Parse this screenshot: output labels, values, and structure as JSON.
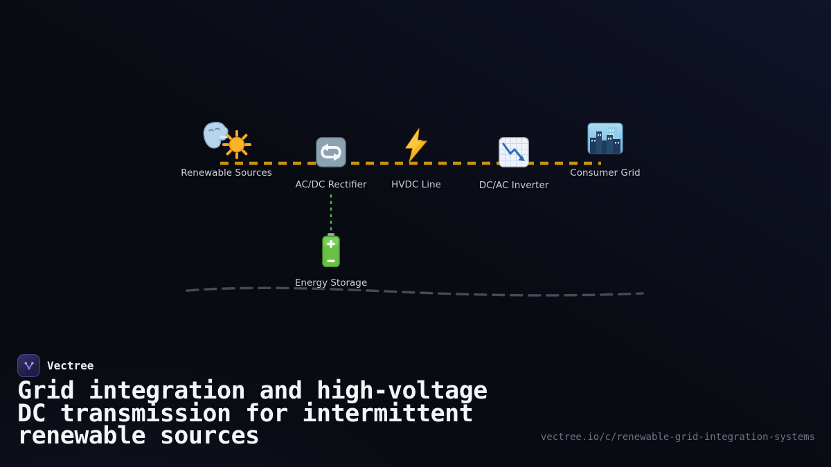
{
  "colors": {
    "background": "#0a0c14",
    "background_highlight": "#10132a",
    "edge_power_flow": "#c99312",
    "edge_storage": "#56b34e",
    "edge_baseline": "#4a5161",
    "label": "#ccd1d9",
    "title": "#f3f5f9",
    "url": "#6d7486",
    "logo_accent": "#9381f5"
  },
  "diagram": {
    "nodes": [
      {
        "id": "renewable-sources",
        "label": "Renewable Sources",
        "icon": "wind-sun-icon"
      },
      {
        "id": "acdc-rectifier",
        "label": "AC/DC Rectifier",
        "icon": "rectifier-loop-arrows-icon"
      },
      {
        "id": "hvdc-line",
        "label": "HVDC Line",
        "icon": "lightning-bolt-icon"
      },
      {
        "id": "dcac-inverter",
        "label": "DC/AC Inverter",
        "icon": "chart-decreasing-icon"
      },
      {
        "id": "consumer-grid",
        "label": "Consumer Grid",
        "icon": "cityscape-icon"
      },
      {
        "id": "energy-storage",
        "label": "Energy Storage",
        "icon": "battery-icon"
      }
    ],
    "edges": [
      {
        "from": "renewable-sources",
        "to": "consumer-grid",
        "style": "dashed",
        "color": "#c99312"
      },
      {
        "from": "acdc-rectifier",
        "to": "energy-storage",
        "style": "dashed",
        "color": "#56b34e"
      },
      {
        "id": "baseline-wave",
        "style": "dashed",
        "color": "#4a5161"
      }
    ]
  },
  "brand": {
    "name": "Vectree"
  },
  "title": {
    "lines": [
      "Grid integration and high-voltage",
      "DC transmission for intermittent",
      "renewable sources"
    ]
  },
  "footer": {
    "url": "vectree.io/c/renewable-grid-integration-systems"
  }
}
